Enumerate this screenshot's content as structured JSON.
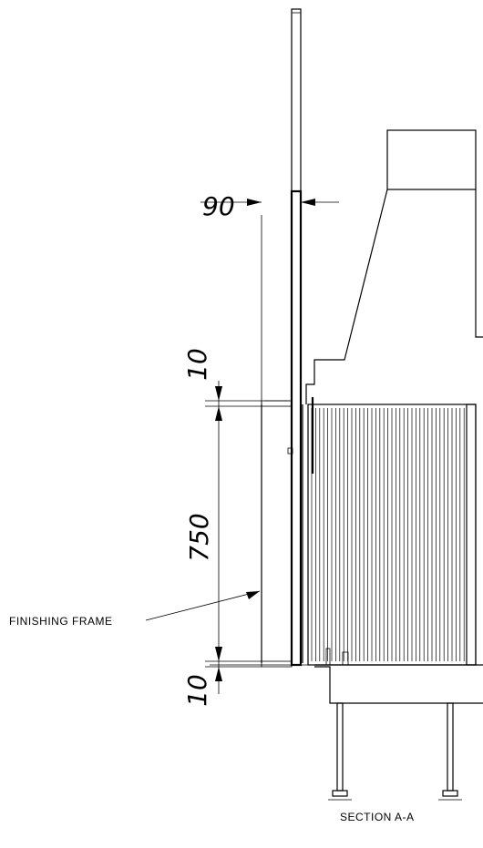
{
  "dimensions": {
    "width_top": "90",
    "gap_top": "10",
    "height_main": "750",
    "gap_bottom": "10"
  },
  "labels": {
    "finishing_frame": "FINISHING FRAME",
    "section": "SECTION A-A"
  }
}
